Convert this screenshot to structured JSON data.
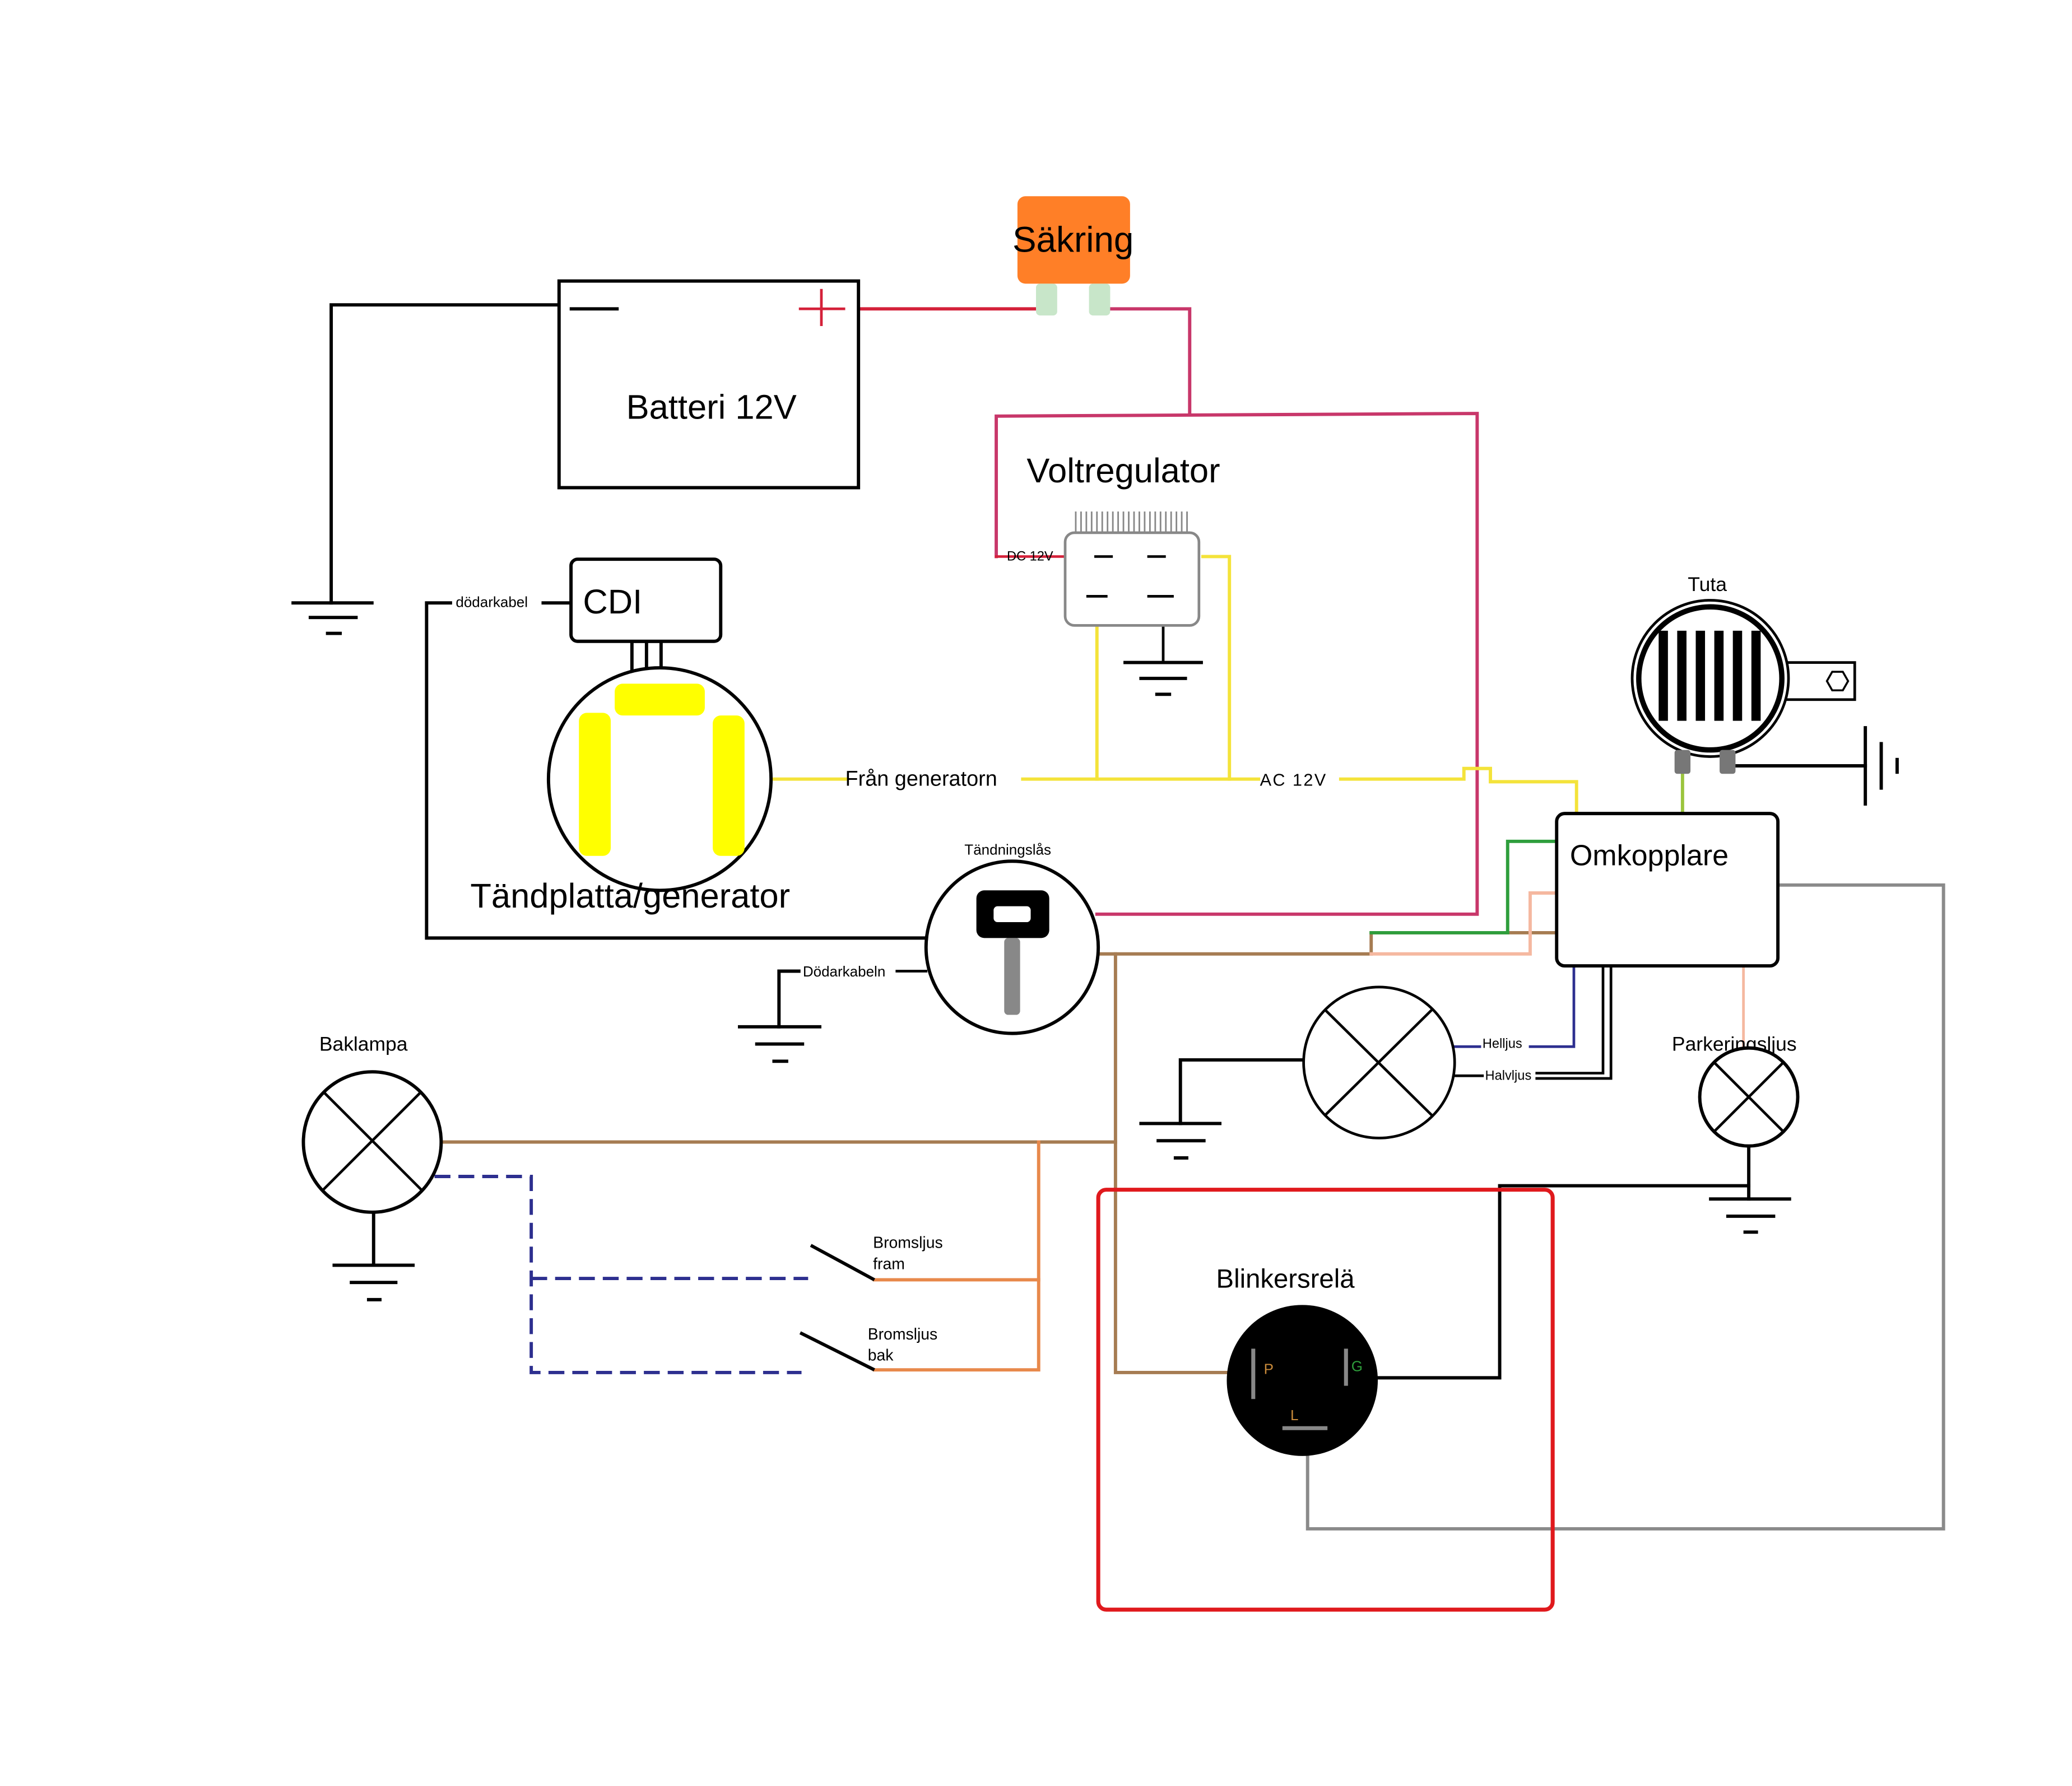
{
  "labels": {
    "fuse": "Säkring",
    "battery": "Batteri 12V",
    "battery_minus": "—",
    "battery_plus": "+",
    "regulator": "Voltregulator",
    "dc12v": "DC 12V",
    "cdi": "CDI",
    "kill_wire_cdi": "dödarkabel",
    "stator": "Tändplatta/generator",
    "from_generator": "Från generatorn",
    "ac12v": "AC 12V",
    "horn": "Tuta",
    "switch": "Omkopplare",
    "ignition": "Tändningslås",
    "kill_wire_ignition": "Dödarkabeln",
    "tail_lamp": "Baklampa",
    "high_beam": "Helljus",
    "low_beam": "Halvljus",
    "parking_light": "Parkeringsljus",
    "brake_front_1": "Bromsljus",
    "brake_front_2": "fram",
    "brake_rear_1": "Bromsljus",
    "brake_rear_2": "bak",
    "blinker_relay": "Blinkersrelä",
    "relay_p": "P",
    "relay_g": "G",
    "relay_l": "L"
  },
  "colors": {
    "fuse_body": "#ff7f27",
    "fuse_pins": "#c8e6c9",
    "battery_positive_wire": "#d4213a",
    "ac_wire": "#f4e33a",
    "stator_coils": "#ffff00",
    "brown_wire": "#a67c52",
    "brake_wire": "#e8894b",
    "dashed_wire": "#2d2f8f",
    "gray_wire": "#8a8a8a",
    "highlight_box": "#e0191d"
  }
}
